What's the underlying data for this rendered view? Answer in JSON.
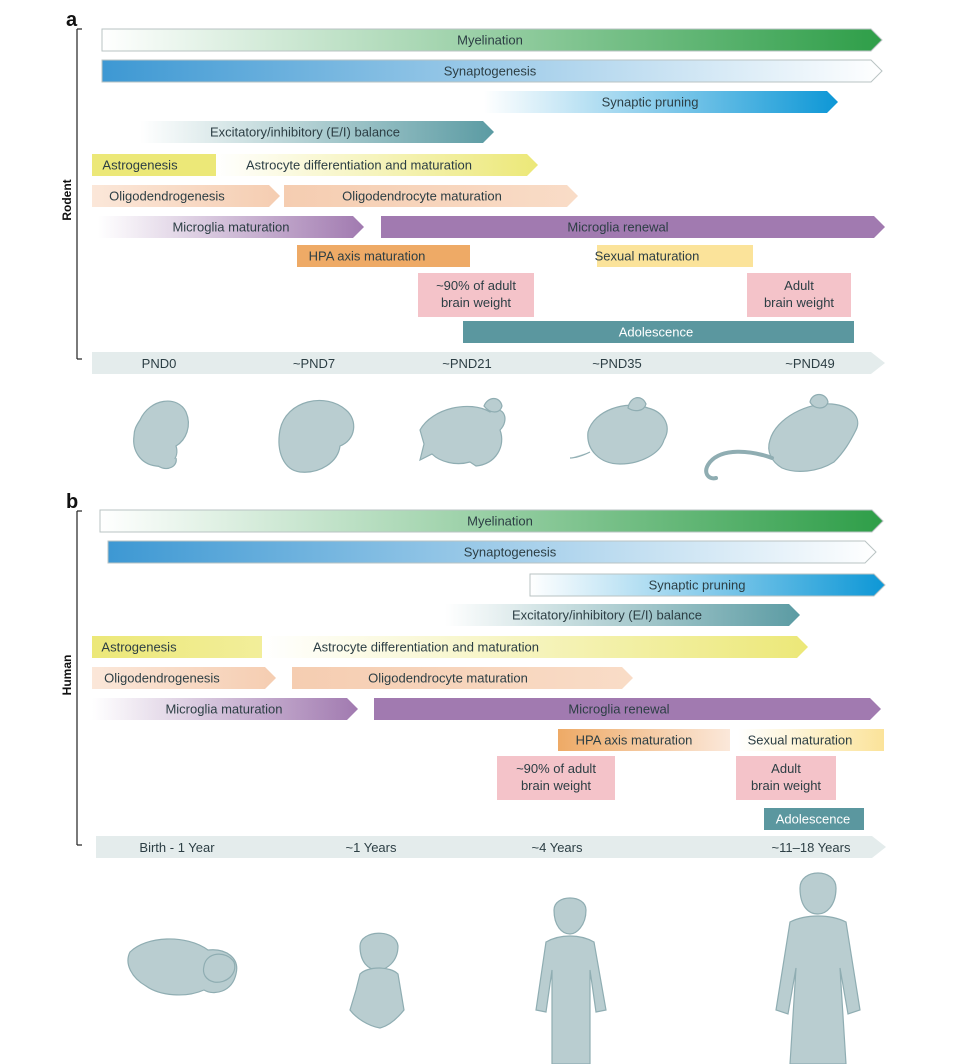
{
  "panel_a": {
    "letter": "a",
    "axis_title": "Rodent",
    "bars": [
      {
        "id": "myelination-a",
        "label": "Myelination"
      },
      {
        "id": "synaptogenesis-a",
        "label": "Synaptogenesis"
      },
      {
        "id": "synaptic-pruning-a",
        "label": "Synaptic pruning"
      },
      {
        "id": "ei-balance-a",
        "label": "Excitatory/inhibitory (E/I) balance"
      },
      {
        "id": "astrogenesis-a",
        "label": "Astrogenesis"
      },
      {
        "id": "astrocyte-diff-a",
        "label": "Astrocyte differentiation and maturation"
      },
      {
        "id": "oligodendrogenesis-a",
        "label": "Oligodendrogenesis"
      },
      {
        "id": "oligodendrocyte-mat-a",
        "label": "Oligodendrocyte maturation"
      },
      {
        "id": "microglia-mat-a",
        "label": "Microglia maturation"
      },
      {
        "id": "microglia-renewal-a",
        "label": "Microglia renewal"
      },
      {
        "id": "hpa-axis-a",
        "label": "HPA axis maturation"
      },
      {
        "id": "sexual-mat-a",
        "label": "Sexual maturation"
      },
      {
        "id": "adolescence-a",
        "label": "Adolescence"
      }
    ],
    "boxes": [
      {
        "id": "brain-weight-90-a",
        "lines": [
          "~90% of adult",
          "brain weight"
        ]
      },
      {
        "id": "adult-brain-a",
        "lines": [
          "Adult",
          "brain weight"
        ]
      }
    ],
    "ticks": [
      "PND0",
      "~PND7",
      "~PND21",
      "~PND35",
      "~PND49"
    ]
  },
  "panel_b": {
    "letter": "b",
    "axis_title": "Human",
    "bars": [
      {
        "id": "myelination-b",
        "label": "Myelination"
      },
      {
        "id": "synaptogenesis-b",
        "label": "Synaptogenesis"
      },
      {
        "id": "synaptic-pruning-b",
        "label": "Synaptic pruning"
      },
      {
        "id": "ei-balance-b",
        "label": "Excitatory/inhibitory (E/I) balance"
      },
      {
        "id": "astrogenesis-b",
        "label": "Astrogenesis"
      },
      {
        "id": "astrocyte-diff-b",
        "label": "Astrocyte differentiation and maturation"
      },
      {
        "id": "oligodendrogenesis-b",
        "label": "Oligodendrogenesis"
      },
      {
        "id": "oligodendrocyte-mat-b",
        "label": "Oligodendrocyte maturation"
      },
      {
        "id": "microglia-mat-b",
        "label": "Microglia maturation"
      },
      {
        "id": "microglia-renewal-b",
        "label": "Microglia renewal"
      },
      {
        "id": "hpa-axis-b",
        "label": "HPA axis maturation"
      },
      {
        "id": "sexual-mat-b",
        "label": "Sexual maturation"
      },
      {
        "id": "adolescence-b",
        "label": "Adolescence"
      }
    ],
    "boxes": [
      {
        "id": "brain-weight-90-b",
        "lines": [
          "~90% of adult",
          "brain weight"
        ]
      },
      {
        "id": "adult-brain-b",
        "lines": [
          "Adult",
          "brain weight"
        ]
      }
    ],
    "ticks": [
      "Birth - 1 Year",
      "~1 Years",
      "~4 Years",
      "~11–18 Years"
    ]
  },
  "colors": {
    "myelination": "#2e9e48",
    "synaptogenesis": "#4a9fd4",
    "synaptic_pruning": "#0d97d6",
    "ei_balance": "#5b9ba3",
    "astrogenesis": "#ece878",
    "oligodendro": "#f5cdb1",
    "microglia": "#a17ab0",
    "hpa": "#eeaa66",
    "sexual": "#fbe39a",
    "brain_box": "#f4c3c9",
    "adolescence": "#5b979f",
    "timeline": "#e4ecec",
    "silhouette": "#b9cdd0"
  }
}
